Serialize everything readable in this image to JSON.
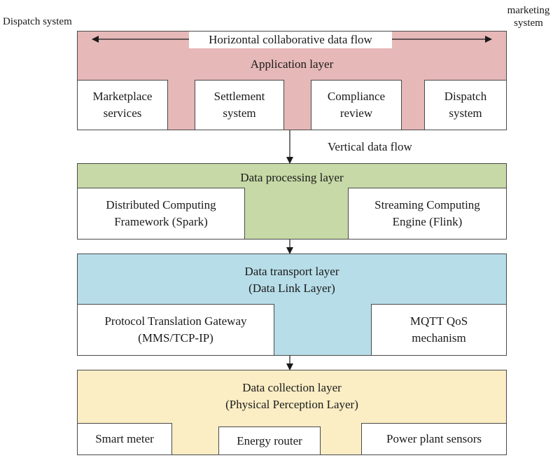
{
  "corner_labels": {
    "left": "Dispatch system",
    "right_line1": "marketing",
    "right_line2": "system"
  },
  "application_layer": {
    "flow_label": "Horizontal collaborative data flow",
    "title": "Application layer",
    "color": "#e6b8b8",
    "boxes": [
      {
        "line1": "Marketplace",
        "line2": "services"
      },
      {
        "line1": "Settlement",
        "line2": "system"
      },
      {
        "line1": "Compliance",
        "line2": "review"
      },
      {
        "line1": "Dispatch",
        "line2": "system"
      }
    ]
  },
  "vertical_flow_label": "Vertical data flow",
  "processing_layer": {
    "title": "Data processing layer",
    "color": "#c6d9a6",
    "boxes": [
      {
        "line1": "Distributed Computing",
        "line2": "Framework (Spark)"
      },
      {
        "line1": "Streaming Computing",
        "line2": "Engine (Flink)"
      }
    ]
  },
  "transport_layer": {
    "title_line1": "Data transport layer",
    "title_line2": "(Data Link Layer)",
    "color": "#b7dde8",
    "boxes": [
      {
        "line1": "Protocol Translation Gateway",
        "line2": "(MMS/TCP-IP)"
      },
      {
        "line1": "MQTT QoS",
        "line2": "mechanism"
      }
    ]
  },
  "collection_layer": {
    "title_line1": "Data collection layer",
    "title_line2": "(Physical Perception Layer)",
    "color": "#fbedc4",
    "boxes": [
      {
        "label": "Smart meter"
      },
      {
        "label": "Energy router"
      },
      {
        "label": "Power plant sensors"
      }
    ]
  }
}
